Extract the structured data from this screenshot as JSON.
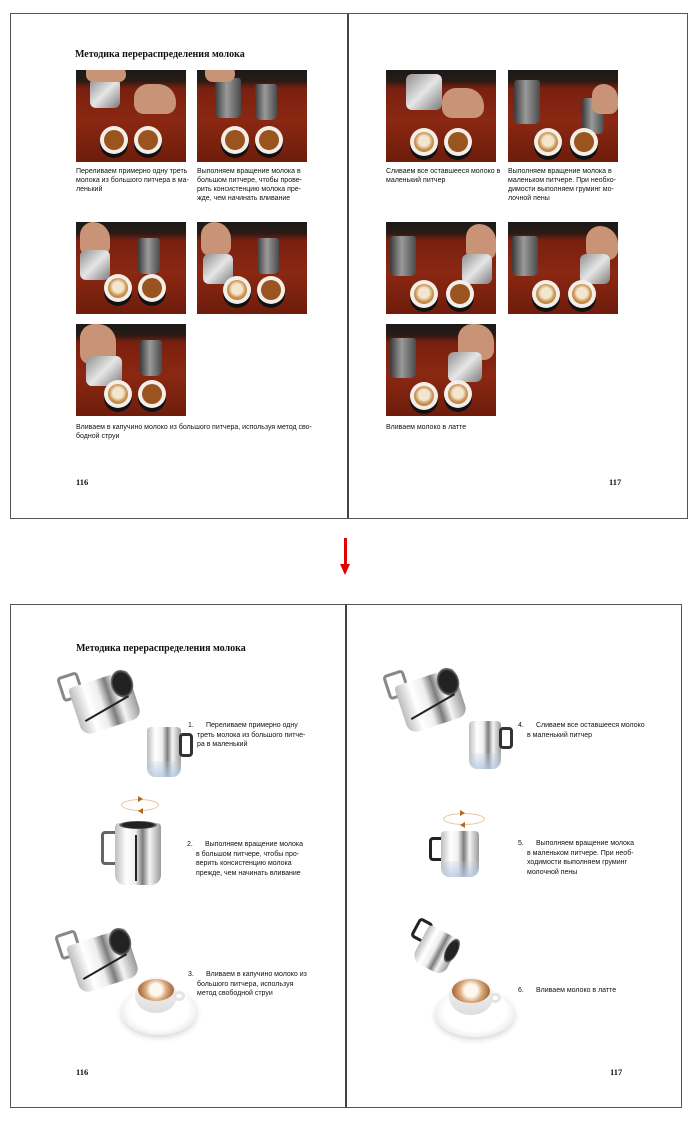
{
  "before": {
    "left_page": {
      "title": "Методика перераспределения молока",
      "page_number": "116",
      "photos": [
        {
          "id": "photo-1",
          "caption": "Переливаем примерно одну треть молока из большого питчера в ма-\nленький"
        },
        {
          "id": "photo-2",
          "caption": "Выполняем вращение молока в большом питчере, чтобы прове-\nрить консистенцию молока пре-\nжде, чем начинать вливание"
        },
        {
          "id": "photo-3",
          "caption": ""
        },
        {
          "id": "photo-4",
          "caption": ""
        },
        {
          "id": "photo-5",
          "caption": "Вливаем в капучино молоко из большого питчера, используя метод сво-\nбодной струи"
        }
      ]
    },
    "right_page": {
      "page_number": "117",
      "photos": [
        {
          "id": "photo-6",
          "caption": "Сливаем все оставшееся молоко в маленький питчер"
        },
        {
          "id": "photo-7",
          "caption": "Выполняем вращение молока в маленьком питчере. При необхо-\nдимости выполняем груминг мо-\nлочной пены"
        },
        {
          "id": "photo-8",
          "caption": ""
        },
        {
          "id": "photo-9",
          "caption": ""
        },
        {
          "id": "photo-10",
          "caption": "Вливаем молоко в латте"
        }
      ]
    }
  },
  "arrow": {
    "icon": "arrow-down-icon",
    "color": "#e30000"
  },
  "after": {
    "left_page": {
      "title": "Методика перераспределения молока",
      "page_number": "116",
      "steps": [
        {
          "number": "1.",
          "lines": [
            "Переливаем примерно одну",
            "треть молока из большого питче-",
            "ра в маленький"
          ],
          "illustration": "two-pitchers-pouring"
        },
        {
          "number": "2.",
          "lines": [
            "Выполняем вращение молока",
            "в большом питчере, чтобы про-",
            "верить консистенцию молока",
            "прежде, чем начинать вливание"
          ],
          "illustration": "large-pitcher-swirl"
        },
        {
          "number": "3.",
          "lines": [
            "Вливаем в капучино молоко из",
            "большого питчера, используя",
            "метод свободной струи"
          ],
          "illustration": "pitcher-pouring-cappuccino"
        }
      ]
    },
    "right_page": {
      "page_number": "117",
      "steps": [
        {
          "number": "4.",
          "lines": [
            "Сливаем все оставшееся молоко",
            "в маленький питчер"
          ],
          "illustration": "two-pitchers-pouring"
        },
        {
          "number": "5.",
          "lines": [
            "Выполняем вращение молока",
            "в маленьком питчере. При необ-",
            "ходимости выполняем груминг",
            "молочной пены"
          ],
          "illustration": "small-pitcher-swirl"
        },
        {
          "number": "6.",
          "lines": [
            "Вливаем молоко в латте"
          ],
          "illustration": "small-pitcher-pouring-latte"
        }
      ]
    }
  },
  "colors": {
    "frame": "#555555",
    "text": "#111111",
    "table_wood": "#8a2812",
    "arrow": "#e30000",
    "swirl_arrow": "#b5651d"
  }
}
